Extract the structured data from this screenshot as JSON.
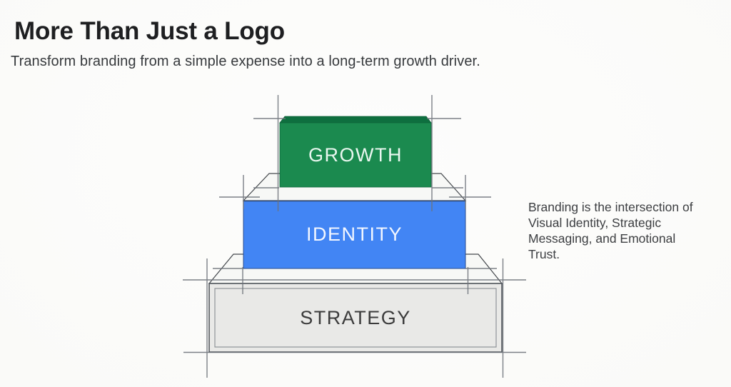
{
  "slide": {
    "title": "More Than Just a Logo",
    "subtitle": "Transform branding from a simple expense into a long-term growth driver."
  },
  "pyramid": {
    "tiers": [
      {
        "label": "GROWTH",
        "fill": "#1b8a4f",
        "top_fill": "#0e6f3f",
        "text_color": "#e9f7ef"
      },
      {
        "label": "IDENTITY",
        "fill": "#4285f4",
        "text_color": "#f3f7ff"
      },
      {
        "label": "STRATEGY",
        "fill": "#e9e9e7",
        "inner_border": "#878c92",
        "text_color": "#3b3b3b"
      }
    ]
  },
  "annotation": "Branding is the intersection of Visual Identity, Strategic Messaging, and Emotional Trust.",
  "colors": {
    "background": "#fcfcfb",
    "outline": "#44484c",
    "construction_line": "#6e737a",
    "step_face": "#f7f8f6"
  }
}
